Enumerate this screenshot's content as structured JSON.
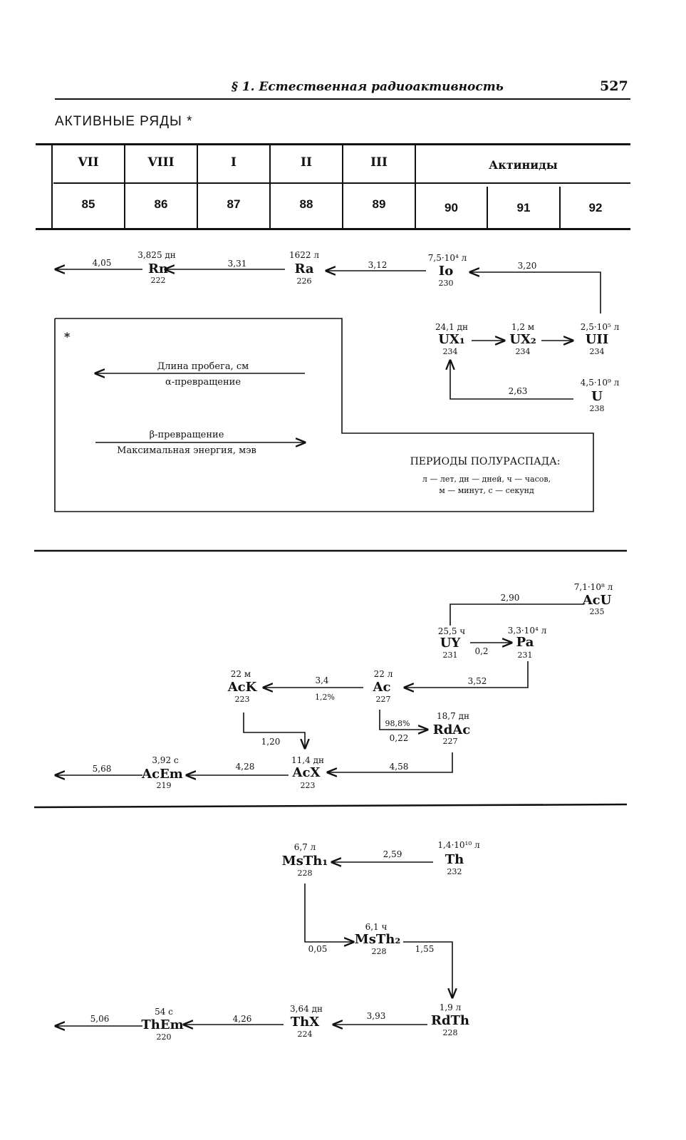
{
  "header": {
    "title": "§ 1. Естественная радиоактивность",
    "page_number": "527"
  },
  "section_title": "АКТИВНЫЕ РЯДЫ *",
  "table": {
    "groups": [
      "VII",
      "VIII",
      "I",
      "II",
      "III"
    ],
    "actinides_label": "Актиниды",
    "numbers": [
      "85",
      "86",
      "87",
      "88",
      "89",
      "90",
      "91",
      "92"
    ]
  },
  "uranium_series": {
    "nodes": [
      {
        "id": "rn",
        "symbol": "Rn",
        "mass": "222",
        "halflife": "3,825 дн"
      },
      {
        "id": "ra",
        "symbol": "Ra",
        "mass": "226",
        "halflife": "1622 л"
      },
      {
        "id": "io",
        "symbol": "Io",
        "mass": "230",
        "halflife": "7,5·10⁴ л"
      },
      {
        "id": "ux1",
        "symbol": "UX₁",
        "mass": "234",
        "halflife": "24,1 дн"
      },
      {
        "id": "ux2",
        "symbol": "UX₂",
        "mass": "234",
        "halflife": "1,2 м"
      },
      {
        "id": "uii",
        "symbol": "UII",
        "mass": "234",
        "halflife": "2,5·10⁵ л"
      },
      {
        "id": "u",
        "symbol": "U",
        "mass": "238",
        "halflife": "4,5·10⁹ л"
      }
    ],
    "transitions": [
      {
        "from": "rn",
        "to": "out",
        "value": "4,05"
      },
      {
        "from": "ra",
        "to": "rn",
        "value": "3,31"
      },
      {
        "from": "io",
        "to": "ra",
        "value": "3,12"
      },
      {
        "from": "uii",
        "to": "io",
        "value": "3,20"
      },
      {
        "from": "u",
        "to": "ux1",
        "value": "2,63"
      }
    ]
  },
  "legend": {
    "marker": "*",
    "alpha_top": "Длина пробега, см",
    "alpha_bottom": "α-превращение",
    "beta_top": "β-превращение",
    "beta_bottom": "Максимальная энергия, мэв",
    "periods_title": "ПЕРИОДЫ ПОЛУРАСПАДА:",
    "periods_line1": "л — лет,   дн — дней,   ч — часов,",
    "periods_line2": "м — минут,   с — секунд"
  },
  "actinium_series": {
    "nodes": [
      {
        "id": "acu",
        "symbol": "AcU",
        "mass": "235",
        "halflife": "7,1·10⁸ л"
      },
      {
        "id": "uy",
        "symbol": "UY",
        "mass": "231",
        "halflife": "25,5 ч"
      },
      {
        "id": "pa",
        "symbol": "Pa",
        "mass": "231",
        "halflife": "3,3·10⁴ л"
      },
      {
        "id": "ack",
        "symbol": "AcK",
        "mass": "223",
        "halflife": "22 м"
      },
      {
        "id": "ac",
        "symbol": "Ac",
        "mass": "227",
        "halflife": "22 л"
      },
      {
        "id": "rdac",
        "symbol": "RdAc",
        "mass": "227",
        "halflife": "18,7 дн"
      },
      {
        "id": "acem",
        "symbol": "AcEm",
        "mass": "219",
        "halflife": "3,92 с"
      },
      {
        "id": "acx",
        "symbol": "AcX",
        "mass": "223",
        "halflife": "11,4 дн"
      }
    ],
    "transitions": [
      {
        "from": "acu",
        "to": "uy",
        "value": "2,90"
      },
      {
        "from": "uy",
        "to": "pa",
        "value": "0,2"
      },
      {
        "from": "pa",
        "to": "ac",
        "value": "3,52"
      },
      {
        "from": "ac",
        "to": "ack",
        "value": "3,4",
        "branch": "1,2%"
      },
      {
        "from": "ac",
        "to": "rdac",
        "value": "0,22",
        "branch": "98,8%"
      },
      {
        "from": "ack",
        "to": "acx",
        "value": "1,20"
      },
      {
        "from": "rdac",
        "to": "acx",
        "value": "4,58"
      },
      {
        "from": "acx",
        "to": "acem",
        "value": "4,28"
      },
      {
        "from": "acem",
        "to": "out",
        "value": "5,68"
      }
    ]
  },
  "thorium_series": {
    "nodes": [
      {
        "id": "msth1",
        "symbol": "MsTh₁",
        "mass": "228",
        "halflife": "6,7 л"
      },
      {
        "id": "th",
        "symbol": "Th",
        "mass": "232",
        "halflife": "1,4·10¹⁰ л"
      },
      {
        "id": "msth2",
        "symbol": "MsTh₂",
        "mass": "228",
        "halflife": "6,1 ч"
      },
      {
        "id": "rdth",
        "symbol": "RdTh",
        "mass": "228",
        "halflife": "1,9 л"
      },
      {
        "id": "thx",
        "symbol": "ThX",
        "mass": "224",
        "halflife": "3,64 дн"
      },
      {
        "id": "them",
        "symbol": "ThEm",
        "mass": "220",
        "halflife": "54 с"
      }
    ],
    "transitions": [
      {
        "from": "th",
        "to": "msth1",
        "value": "2,59"
      },
      {
        "from": "msth1",
        "to": "msth2",
        "value": "0,05"
      },
      {
        "from": "msth2",
        "to": "rdth",
        "value": "1,55"
      },
      {
        "from": "rdth",
        "to": "thx",
        "value": "3,93"
      },
      {
        "from": "thx",
        "to": "them",
        "value": "4,26"
      },
      {
        "from": "them",
        "to": "out",
        "value": "5,06"
      }
    ]
  }
}
